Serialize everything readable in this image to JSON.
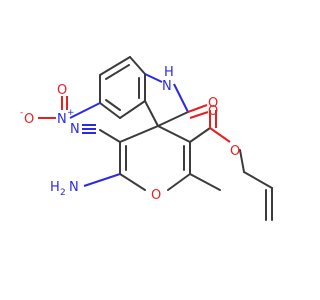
{
  "atoms": {
    "nh": "H",
    "n_ring": "N",
    "o_carbonyl": "O",
    "n_nitro": "N",
    "nitro_plus": "+",
    "o_nitro_minus": "O",
    "nitro_minus": "-",
    "o_nitro_top": "O",
    "n_nitrile": "N",
    "nh2_h": "H",
    "nh2_sub": "2",
    "nh2_n": "N",
    "o_pyran": "O",
    "o_ester_carbonyl": "O",
    "o_ester": "O"
  },
  "colors": {
    "bond": "#3b3b3b",
    "nitrogen": "#2a2ae6",
    "oxygen": "#e81f1f",
    "nitrile_carbon": "#1d7a7a"
  }
}
